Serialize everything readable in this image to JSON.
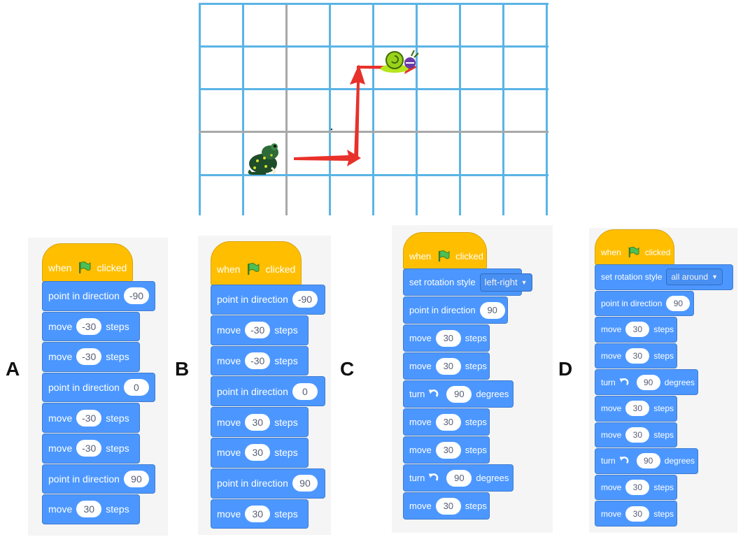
{
  "option_labels": [
    "A",
    "B",
    "C",
    "D"
  ],
  "sprites": {
    "start": "frog-sprite",
    "goal": "snail-sprite"
  },
  "colors": {
    "grid": "#5ab4e6",
    "grid_axis": "#a8a8a8",
    "arrow": "#e8312a",
    "motion": "#4c97ff",
    "events": "#ffbf00"
  },
  "programs": {
    "A": {
      "hat": {
        "when": "when",
        "clicked": "clicked"
      },
      "blocks": [
        {
          "type": "point",
          "label": "point in direction",
          "value": "-90"
        },
        {
          "type": "move",
          "label": "move",
          "value": "-30",
          "suffix": "steps"
        },
        {
          "type": "move",
          "label": "move",
          "value": "-30",
          "suffix": "steps"
        },
        {
          "type": "point",
          "label": "point in direction",
          "value": "0"
        },
        {
          "type": "move",
          "label": "move",
          "value": "-30",
          "suffix": "steps"
        },
        {
          "type": "move",
          "label": "move",
          "value": "-30",
          "suffix": "steps"
        },
        {
          "type": "point",
          "label": "point in direction",
          "value": "90"
        },
        {
          "type": "move",
          "label": "move",
          "value": "30",
          "suffix": "steps"
        }
      ]
    },
    "B": {
      "hat": {
        "when": "when",
        "clicked": "clicked"
      },
      "blocks": [
        {
          "type": "point",
          "label": "point in direction",
          "value": "-90"
        },
        {
          "type": "move",
          "label": "move",
          "value": "-30",
          "suffix": "steps"
        },
        {
          "type": "move",
          "label": "move",
          "value": "-30",
          "suffix": "steps"
        },
        {
          "type": "point",
          "label": "point in direction",
          "value": "0"
        },
        {
          "type": "move",
          "label": "move",
          "value": "30",
          "suffix": "steps"
        },
        {
          "type": "move",
          "label": "move",
          "value": "30",
          "suffix": "steps"
        },
        {
          "type": "point",
          "label": "point in direction",
          "value": "90"
        },
        {
          "type": "move",
          "label": "move",
          "value": "30",
          "suffix": "steps"
        }
      ]
    },
    "C": {
      "hat": {
        "when": "when",
        "clicked": "clicked"
      },
      "blocks": [
        {
          "type": "style",
          "label": "set rotation style",
          "value": "left-right"
        },
        {
          "type": "point",
          "label": "point in direction",
          "value": "90"
        },
        {
          "type": "move",
          "label": "move",
          "value": "30",
          "suffix": "steps"
        },
        {
          "type": "move",
          "label": "move",
          "value": "30",
          "suffix": "steps"
        },
        {
          "type": "turn",
          "label": "turn",
          "value": "90",
          "suffix": "degrees"
        },
        {
          "type": "move",
          "label": "move",
          "value": "30",
          "suffix": "steps"
        },
        {
          "type": "move",
          "label": "move",
          "value": "30",
          "suffix": "steps"
        },
        {
          "type": "turn",
          "label": "turn",
          "value": "90",
          "suffix": "degrees"
        },
        {
          "type": "move",
          "label": "move",
          "value": "30",
          "suffix": "steps"
        }
      ]
    },
    "D": {
      "hat": {
        "when": "when",
        "clicked": "clicked"
      },
      "blocks": [
        {
          "type": "style",
          "label": "set rotation style",
          "value": "all around"
        },
        {
          "type": "point",
          "label": "point in direction",
          "value": "90"
        },
        {
          "type": "move",
          "label": "move",
          "value": "30",
          "suffix": "steps"
        },
        {
          "type": "move",
          "label": "move",
          "value": "30",
          "suffix": "steps"
        },
        {
          "type": "turn",
          "label": "turn",
          "value": "90",
          "suffix": "degrees"
        },
        {
          "type": "move",
          "label": "move",
          "value": "30",
          "suffix": "steps"
        },
        {
          "type": "move",
          "label": "move",
          "value": "30",
          "suffix": "steps"
        },
        {
          "type": "turn",
          "label": "turn",
          "value": "90",
          "suffix": "degrees"
        },
        {
          "type": "move",
          "label": "move",
          "value": "30",
          "suffix": "steps"
        },
        {
          "type": "move",
          "label": "move",
          "value": "30",
          "suffix": "steps"
        }
      ]
    }
  }
}
